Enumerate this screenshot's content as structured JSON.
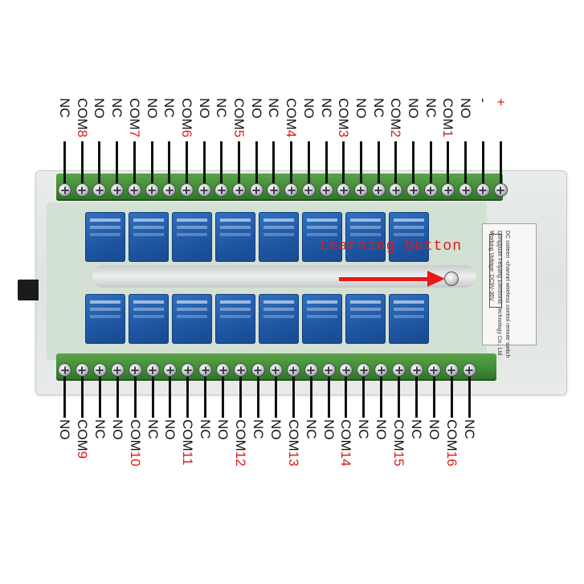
{
  "top_terminals": [
    {
      "base": "NC",
      "num": ""
    },
    {
      "base": "COM",
      "num": "8"
    },
    {
      "base": "NO",
      "num": ""
    },
    {
      "base": "NC",
      "num": ""
    },
    {
      "base": "COM",
      "num": "7"
    },
    {
      "base": "NO",
      "num": ""
    },
    {
      "base": "NC",
      "num": ""
    },
    {
      "base": "COM",
      "num": "6"
    },
    {
      "base": "NO",
      "num": ""
    },
    {
      "base": "NC",
      "num": ""
    },
    {
      "base": "COM",
      "num": "5"
    },
    {
      "base": "NO",
      "num": ""
    },
    {
      "base": "NC",
      "num": ""
    },
    {
      "base": "COM",
      "num": "4"
    },
    {
      "base": "NO",
      "num": ""
    },
    {
      "base": "NC",
      "num": ""
    },
    {
      "base": "COM",
      "num": "3"
    },
    {
      "base": "NO",
      "num": ""
    },
    {
      "base": "NC",
      "num": ""
    },
    {
      "base": "COM",
      "num": "2"
    },
    {
      "base": "NO",
      "num": ""
    },
    {
      "base": "NC",
      "num": ""
    },
    {
      "base": "COM",
      "num": "1"
    },
    {
      "base": "NO",
      "num": ""
    },
    {
      "base": "-",
      "num": ""
    },
    {
      "base": "+",
      "num": "",
      "red": true
    }
  ],
  "bottom_terminals": [
    {
      "base": "NO",
      "num": ""
    },
    {
      "base": "COM",
      "num": "9"
    },
    {
      "base": "NC",
      "num": ""
    },
    {
      "base": "NO",
      "num": ""
    },
    {
      "base": "COM",
      "num": "10"
    },
    {
      "base": "NC",
      "num": ""
    },
    {
      "base": "NO",
      "num": ""
    },
    {
      "base": "COM",
      "num": "11"
    },
    {
      "base": "NC",
      "num": ""
    },
    {
      "base": "NO",
      "num": ""
    },
    {
      "base": "COM",
      "num": "12"
    },
    {
      "base": "NC",
      "num": ""
    },
    {
      "base": "NO",
      "num": ""
    },
    {
      "base": "COM",
      "num": "13"
    },
    {
      "base": "NC",
      "num": ""
    },
    {
      "base": "NO",
      "num": ""
    },
    {
      "base": "COM",
      "num": "14"
    },
    {
      "base": "NC",
      "num": ""
    },
    {
      "base": "NO",
      "num": ""
    },
    {
      "base": "COM",
      "num": "15"
    },
    {
      "base": "NC",
      "num": ""
    },
    {
      "base": "NO",
      "num": ""
    },
    {
      "base": "COM",
      "num": "16"
    },
    {
      "base": "NC",
      "num": ""
    }
  ],
  "annotation": {
    "text": "Learning button"
  },
  "label_panel": {
    "line1": "DC sixteen -channel wireless control remote switch",
    "line2": "Dongguan Feiyang Electronic Technology Co., Ltd",
    "line3": "Working Voltage: DC9V-36V"
  },
  "colors": {
    "accent_red": "#e01a1a",
    "terminal_green": "#3e8a33",
    "relay_blue": "#1e56a3"
  }
}
